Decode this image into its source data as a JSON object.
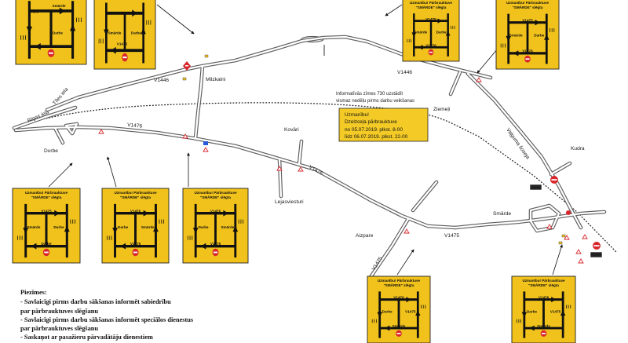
{
  "road_labels": {
    "tiles_iela": "Tīles iela",
    "rigas_iela": "Rīgas iela",
    "v1446_west": "V1446",
    "v1446_east": "V1446",
    "v1476_west": "V1476",
    "v1476_mid": "V1476",
    "v1475_east": "V1475",
    "v1475_south": "V1475",
    "valguma": "Vaļguma šoseja"
  },
  "place_labels": {
    "milzkalni": "Milzkalni",
    "ziemeli": "Ziemeļi",
    "kovari": "Kovāri",
    "durbe": "Durbe",
    "lejasviesturi": "Lejasviesturi",
    "kudra": "Kudra",
    "smarde": "Smārde",
    "aizpare": "Aizpare"
  },
  "info_note": {
    "line1": "Informatīvās zīmes 730 uzstādīt",
    "line2": "vismaz nedēļu pirms darbu veikšanas"
  },
  "notice_board": {
    "line1": "Uzmanību!",
    "line2": "Dzelzceļa pārbrauktuve",
    "line3": "no 05.07.2019. plkst. 8-00",
    "line4": "līdz 06.07.2019. plkst. 22-00"
  },
  "detour_sign_header": {
    "line1": "Uzmanību! Pārbrauktuve",
    "line2": "\"SMĀRDE\" slēgta"
  },
  "detour_signs": [
    {
      "labels": [
        "Tīles",
        "Smārde",
        "Darbe"
      ]
    },
    {
      "labels": [
        "Smārde",
        "Darbe",
        "V1475"
      ]
    },
    {
      "labels": [
        "V1475",
        "Smārde",
        "Darbe",
        "V1476"
      ]
    },
    {
      "labels": [
        "V1475",
        "Smārde",
        "Darbe",
        "V1476"
      ]
    },
    {
      "labels": [
        "V1475",
        "Smārde",
        "Durbe",
        "Darbe"
      ]
    },
    {
      "labels": [
        "V1476",
        "Darbe",
        "Smārde",
        "V1475"
      ]
    },
    {
      "labels": [
        "V1476",
        "Darbe",
        "Smārde",
        "V1475"
      ]
    },
    {
      "labels": [
        "V1476",
        "Darbe",
        "V1475",
        "Smārde"
      ]
    },
    {
      "labels": [
        "V1476",
        "Darbe",
        "V1475",
        "Smārde"
      ]
    }
  ],
  "notes": {
    "title": "Piezīmes:",
    "line1": "- Savlaicīgi pirms darbu sākšanas informēt sabiedrību",
    "line2": "par pārbrauktuves slēgšanu",
    "line3": "- Savlaicīgi pirms darbu sākšanas informēt speciālos dienestus",
    "line4": "par pārbrauktuves slēgšanu",
    "line5": "- Saskaņot ar pasažieru pārvadātāju dienestiem"
  },
  "colors": {
    "sign_yellow": "#f1c21b",
    "notice_yellow": "#f4cb26",
    "sign_red": "#d9262b",
    "road": "#5d5d5d"
  }
}
